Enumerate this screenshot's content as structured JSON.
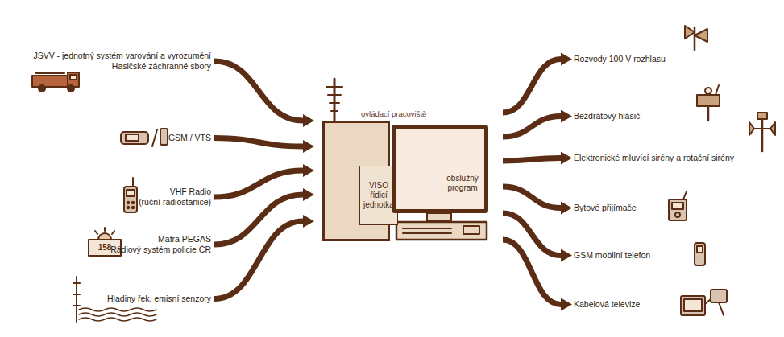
{
  "diagram": {
    "nodes": [
      {
        "text": [
          "JSVV - jednotný systém varování a vyrozumění",
          "Hasičské záchranné sbory"
        ]
      },
      {
        "text": [
          "GSM / VTS"
        ]
      },
      {
        "text": [
          "VHF Radio",
          "(ruční radiostanice)"
        ]
      },
      {
        "text": [
          "Matra PEGAS",
          "Rádiový systém policie ČR"
        ]
      },
      {
        "text": [
          "Hladiny řek, emisní senzory"
        ]
      },
      {
        "text": [
          "ovládací pracoviště"
        ]
      },
      {
        "text": [
          "VISO řídicí jednotka"
        ],
        "in": 5
      },
      {
        "text": [
          "obslužný program"
        ],
        "in": 5
      },
      {
        "text": [
          "Rozvody 100 V rozhlasu"
        ]
      },
      {
        "text": [
          "Bezdrátový hlásič"
        ]
      },
      {
        "text": [
          "Elektronické mluvící sirény a rotační sirény"
        ]
      },
      {
        "text": [
          "Bytové přijímače"
        ]
      },
      {
        "text": [
          "GSM mobilní telefon"
        ]
      },
      {
        "text": [
          "Kabelová televize"
        ]
      }
    ],
    "edges": [
      {
        "from": 0,
        "to": 5,
        "arrow": "to"
      },
      {
        "from": 1,
        "to": 5,
        "arrow": "to"
      },
      {
        "from": 2,
        "to": 5,
        "arrow": "to"
      },
      {
        "from": 3,
        "to": 5,
        "arrow": "to"
      },
      {
        "from": 4,
        "to": 5,
        "arrow": "to"
      },
      {
        "from": 5,
        "to": 8,
        "arrow": "to"
      },
      {
        "from": 5,
        "to": 9,
        "arrow": "to"
      },
      {
        "from": 5,
        "to": 10,
        "arrow": "to"
      },
      {
        "from": 5,
        "to": 11,
        "arrow": "to"
      },
      {
        "from": 5,
        "to": 12,
        "arrow": "to"
      },
      {
        "from": 5,
        "to": 13,
        "arrow": "to"
      }
    ],
    "labels": [
      "158"
    ]
  }
}
